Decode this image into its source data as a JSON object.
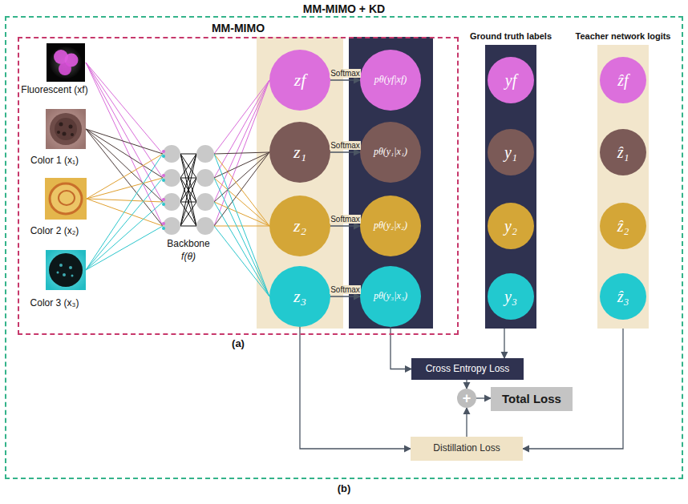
{
  "diagram": {
    "nodes": [
      {
        "text": [
          "MM-MIMO + KD"
        ]
      },
      {
        "text": [
          "MM-MIMO"
        ],
        "in": 0
      },
      {
        "text": [
          "Fluorescent (xf)"
        ],
        "in": 1
      },
      {
        "text": [
          "Color 1 (x₁)"
        ],
        "in": 1
      },
      {
        "text": [
          "Color 2 (x₂)"
        ],
        "in": 1
      },
      {
        "text": [
          "Color 3 (x₃)"
        ],
        "in": 1
      },
      {
        "text": [
          "zf"
        ],
        "in": 1
      },
      {
        "text": [
          "z₁"
        ],
        "in": 1
      },
      {
        "text": [
          "z₂"
        ],
        "in": 1
      },
      {
        "text": [
          "z₃"
        ],
        "in": 1
      },
      {
        "text": [
          "pθ(yf|xf)"
        ],
        "in": 1
      },
      {
        "text": [
          "pθ(y₁|x₁)"
        ],
        "in": 1
      },
      {
        "text": [
          "pθ(y₂|x₂)"
        ],
        "in": 1
      },
      {
        "text": [
          "pθ(y₃|x₃)"
        ],
        "in": 1
      },
      {
        "text": [
          "Ground truth labels"
        ],
        "in": 0
      },
      {
        "text": [
          "yf"
        ],
        "in": 14
      },
      {
        "text": [
          "y₁"
        ],
        "in": 14
      },
      {
        "text": [
          "y₂"
        ],
        "in": 14
      },
      {
        "text": [
          "y₃"
        ],
        "in": 14
      },
      {
        "text": [
          "Teacher network logits"
        ],
        "in": 0
      },
      {
        "text": [
          "ẑf"
        ],
        "in": 19
      },
      {
        "text": [
          "ẑ₁"
        ],
        "in": 19
      },
      {
        "text": [
          "ẑ₂"
        ],
        "in": 19
      },
      {
        "text": [
          "ẑ₃"
        ],
        "in": 19
      },
      {
        "text": [
          "Cross Entropy Loss"
        ],
        "in": 0
      },
      {
        "text": [
          "+"
        ],
        "in": 0
      },
      {
        "text": [
          "Total Loss"
        ],
        "in": 0
      },
      {
        "text": [
          "Distillation Loss"
        ],
        "in": 0
      }
    ],
    "edges": [
      {
        "from": 6,
        "to": 10,
        "label": "Softmax",
        "arrow": "to"
      },
      {
        "from": 7,
        "to": 11,
        "label": "Softmax",
        "arrow": "to"
      },
      {
        "from": 8,
        "to": 12,
        "label": "Softmax",
        "arrow": "to"
      },
      {
        "from": 9,
        "to": 13,
        "label": "Softmax",
        "arrow": "to"
      },
      {
        "from": 13,
        "to": 24,
        "arrow": "to"
      },
      {
        "from": 14,
        "to": 24,
        "arrow": "to"
      },
      {
        "from": 9,
        "to": 27,
        "arrow": "to"
      },
      {
        "from": 19,
        "to": 27,
        "arrow": "to"
      },
      {
        "from": 24,
        "to": 25,
        "arrow": "to"
      },
      {
        "from": 27,
        "to": 25,
        "arrow": "to"
      },
      {
        "from": 25,
        "to": 26,
        "arrow": "to"
      }
    ],
    "labels": [
      "Backbone",
      "f(θ)",
      "(a)",
      "(b)"
    ]
  }
}
